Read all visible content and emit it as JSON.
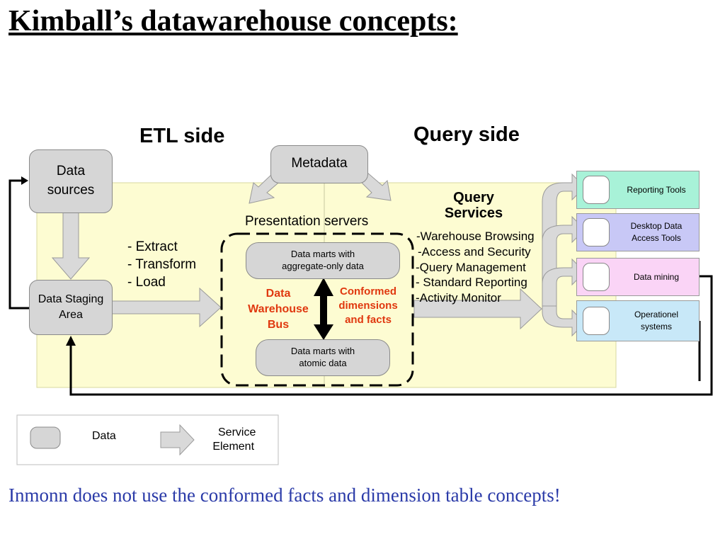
{
  "title": "Kimball’s  datawarehouse concepts:",
  "etl_heading": "ETL side",
  "query_heading": "Query side",
  "metadata": "Metadata",
  "data_sources": [
    "Data",
    "sources"
  ],
  "data_staging": [
    "Data Staging",
    "Area"
  ],
  "etl_steps": [
    "- Extract",
    "- Transform",
    "- Load"
  ],
  "presentation_servers": "Presentation servers",
  "marts_aggregate": [
    "Data marts with",
    "aggregate-only data"
  ],
  "marts_atomic": [
    "Data marts with",
    "atomic data"
  ],
  "bus_label": [
    "Data",
    "Warehouse",
    "Bus"
  ],
  "conformed_label": [
    "Conformed",
    "dimensions",
    "and facts"
  ],
  "query_services": {
    "title": [
      "Query",
      "Services"
    ],
    "items": [
      "-Warehouse Browsing",
      "-Access and Security",
      "-Query Management",
      "- Standard Reporting",
      "-Activity Monitor"
    ]
  },
  "tools": [
    {
      "label": [
        "Reporting Tools"
      ],
      "color": "#a8f2d8"
    },
    {
      "label": [
        "Desktop Data",
        "Access Tools"
      ],
      "color": "#c8c8f6"
    },
    {
      "label": [
        "Data mining"
      ],
      "color": "#fad4f6"
    },
    {
      "label": [
        "Operationel",
        "systems"
      ],
      "color": "#c8e8f8"
    }
  ],
  "legend": {
    "data_label": "Data",
    "service_label": [
      "Service",
      "Element"
    ]
  },
  "footer": "Inmonn does not use the conformed facts and dimension table concepts!",
  "colors": {
    "yellow_area": "#fdfcd2",
    "box_gray": "#d6d6d6",
    "arrow_gray": "#d9d9d9",
    "red_text": "#e0380f",
    "footer_blue": "#2a3aa8"
  }
}
